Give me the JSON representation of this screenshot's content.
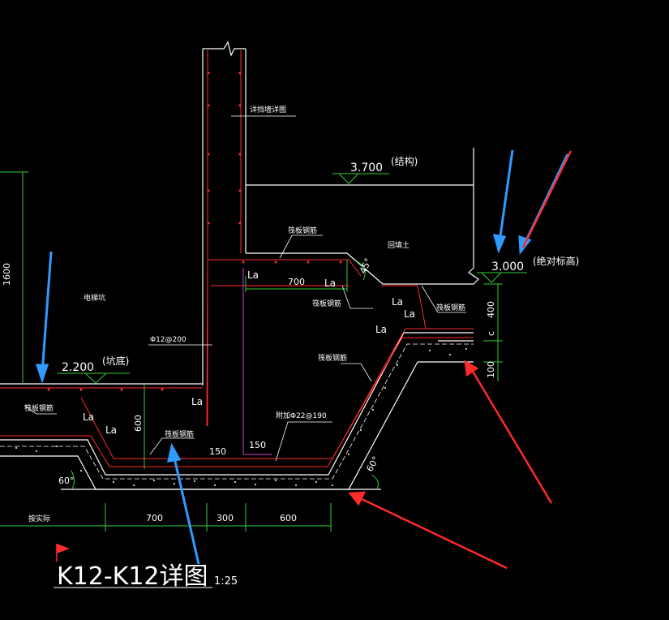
{
  "drawing": {
    "title": "K12-K12详图",
    "scale": "1:25",
    "colors": {
      "background": "#000000",
      "wall": "#ffffff",
      "rebar": "#ff2a2a",
      "dimension": "#33cc33",
      "arrow_blue": "#2f9bff",
      "arrow_red": "#ff2a2a",
      "inner_line": "#d040d0"
    },
    "labels": {
      "retaining_wall": "详挡墙详图",
      "mat_rebar_1": "筏板钢筋",
      "mat_rebar_2": "筏板钢筋",
      "mat_rebar_3": "筏板钢筋",
      "mat_rebar_4": "筏板钢筋",
      "mat_rebar_5": "筏板钢筋",
      "mat_rebar_6": "筏板钢筋",
      "backfill": "回填土",
      "elevator_pit": "电梯坑",
      "phi12": "Φ12@200",
      "added_bar": "附加Φ22@190",
      "per_plan": "按实际"
    },
    "elevations": {
      "structure_value": "3.700",
      "structure_note": "(结构)",
      "absolute_value": "3.000",
      "absolute_note": "(绝对标高)",
      "pit_value": "2.200",
      "pit_note": "(坑底)"
    },
    "la_labels": [
      "La",
      "La",
      "La",
      "La",
      "La",
      "La",
      "La",
      "La"
    ],
    "dimensions": {
      "d1600": "1600",
      "d700_top": "700",
      "d400": "400",
      "dc": "c",
      "d100": "100",
      "d600_vert": "600",
      "d150_a": "150",
      "d150_b": "150",
      "d700_bottom": "700",
      "d300": "300",
      "d600_bottom": "600"
    },
    "angles": {
      "a45": "45°",
      "a60_left": "60°",
      "a60_right": "60°"
    }
  }
}
